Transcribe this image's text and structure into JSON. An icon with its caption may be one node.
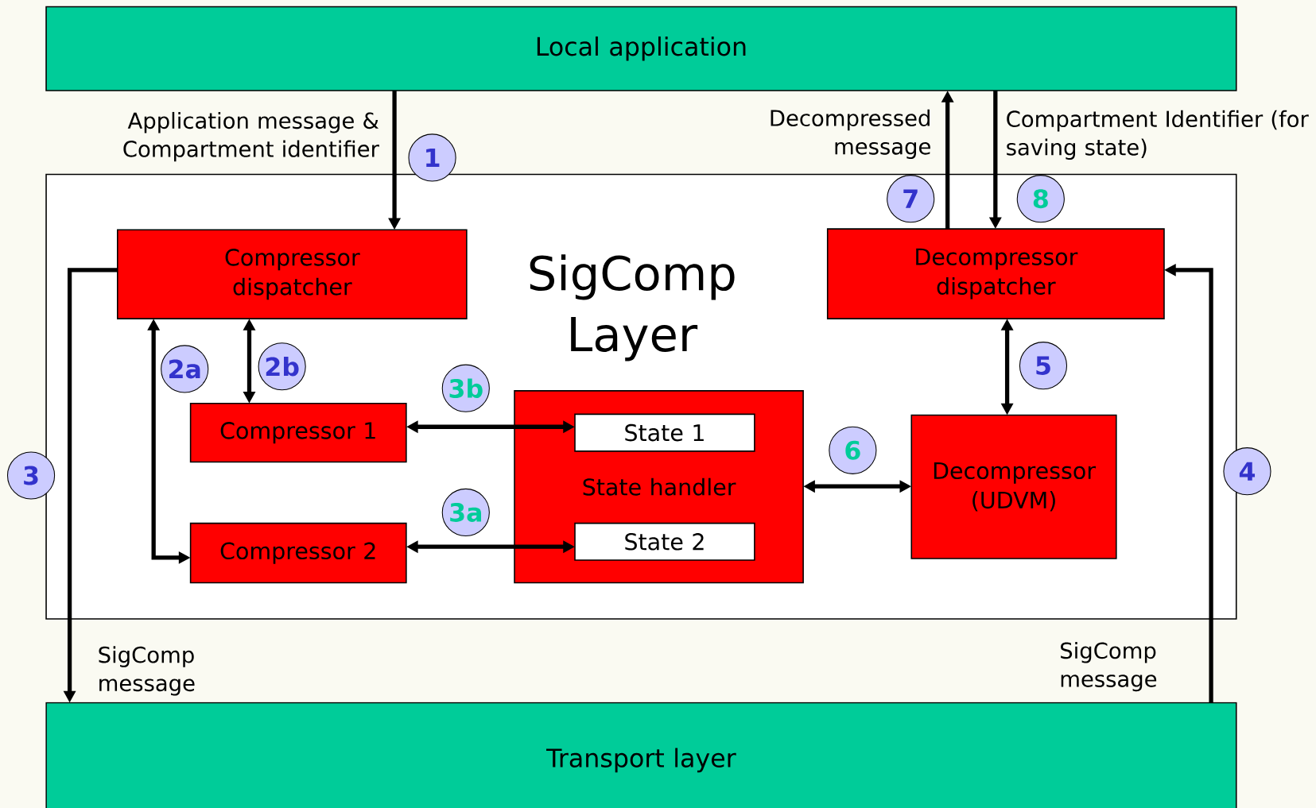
{
  "diagram": {
    "nodes": [
      {
        "text": [
          "Local application"
        ]
      },
      {
        "text": [
          "SigComp Layer"
        ]
      },
      {
        "text": [
          "Compressor dispatcher"
        ],
        "in": 1
      },
      {
        "text": [
          "Decompressor dispatcher"
        ],
        "in": 1
      },
      {
        "text": [
          "Compressor 1"
        ],
        "in": 1
      },
      {
        "text": [
          "Compressor 2"
        ],
        "in": 1
      },
      {
        "text": [
          "State handler"
        ],
        "in": 1
      },
      {
        "text": [
          "State 1"
        ],
        "in": 6
      },
      {
        "text": [
          "State 2"
        ],
        "in": 6
      },
      {
        "text": [
          "Decompressor (UDVM)"
        ],
        "in": 1
      },
      {
        "text": [
          "Transport layer"
        ]
      }
    ],
    "edges": [
      {
        "from": 0,
        "to": 2,
        "arrow": "to"
      },
      {
        "from": 3,
        "to": 0,
        "arrow": "to"
      },
      {
        "from": 0,
        "to": 3,
        "arrow": "to"
      },
      {
        "from": 2,
        "to": 10,
        "arrow": "to"
      },
      {
        "from": 10,
        "to": 3,
        "arrow": "to"
      },
      {
        "from": 2,
        "to": 4,
        "arrow": "both"
      },
      {
        "from": 2,
        "to": 5,
        "arrow": "both"
      },
      {
        "from": 3,
        "to": 9,
        "arrow": "both"
      },
      {
        "from": 4,
        "to": 7,
        "arrow": "both"
      },
      {
        "from": 5,
        "to": 8,
        "arrow": "both"
      },
      {
        "from": 6,
        "to": 9,
        "arrow": "both"
      }
    ],
    "labels": [
      "Application message & Compartment identifier",
      "1",
      "Decompressed message",
      "Compartment Identifier (for saving state)",
      "7",
      "8",
      "2a",
      "2b",
      "3b",
      "3",
      "6",
      "5",
      "4",
      "3a",
      "SigComp message",
      "SigComp message"
    ]
  }
}
